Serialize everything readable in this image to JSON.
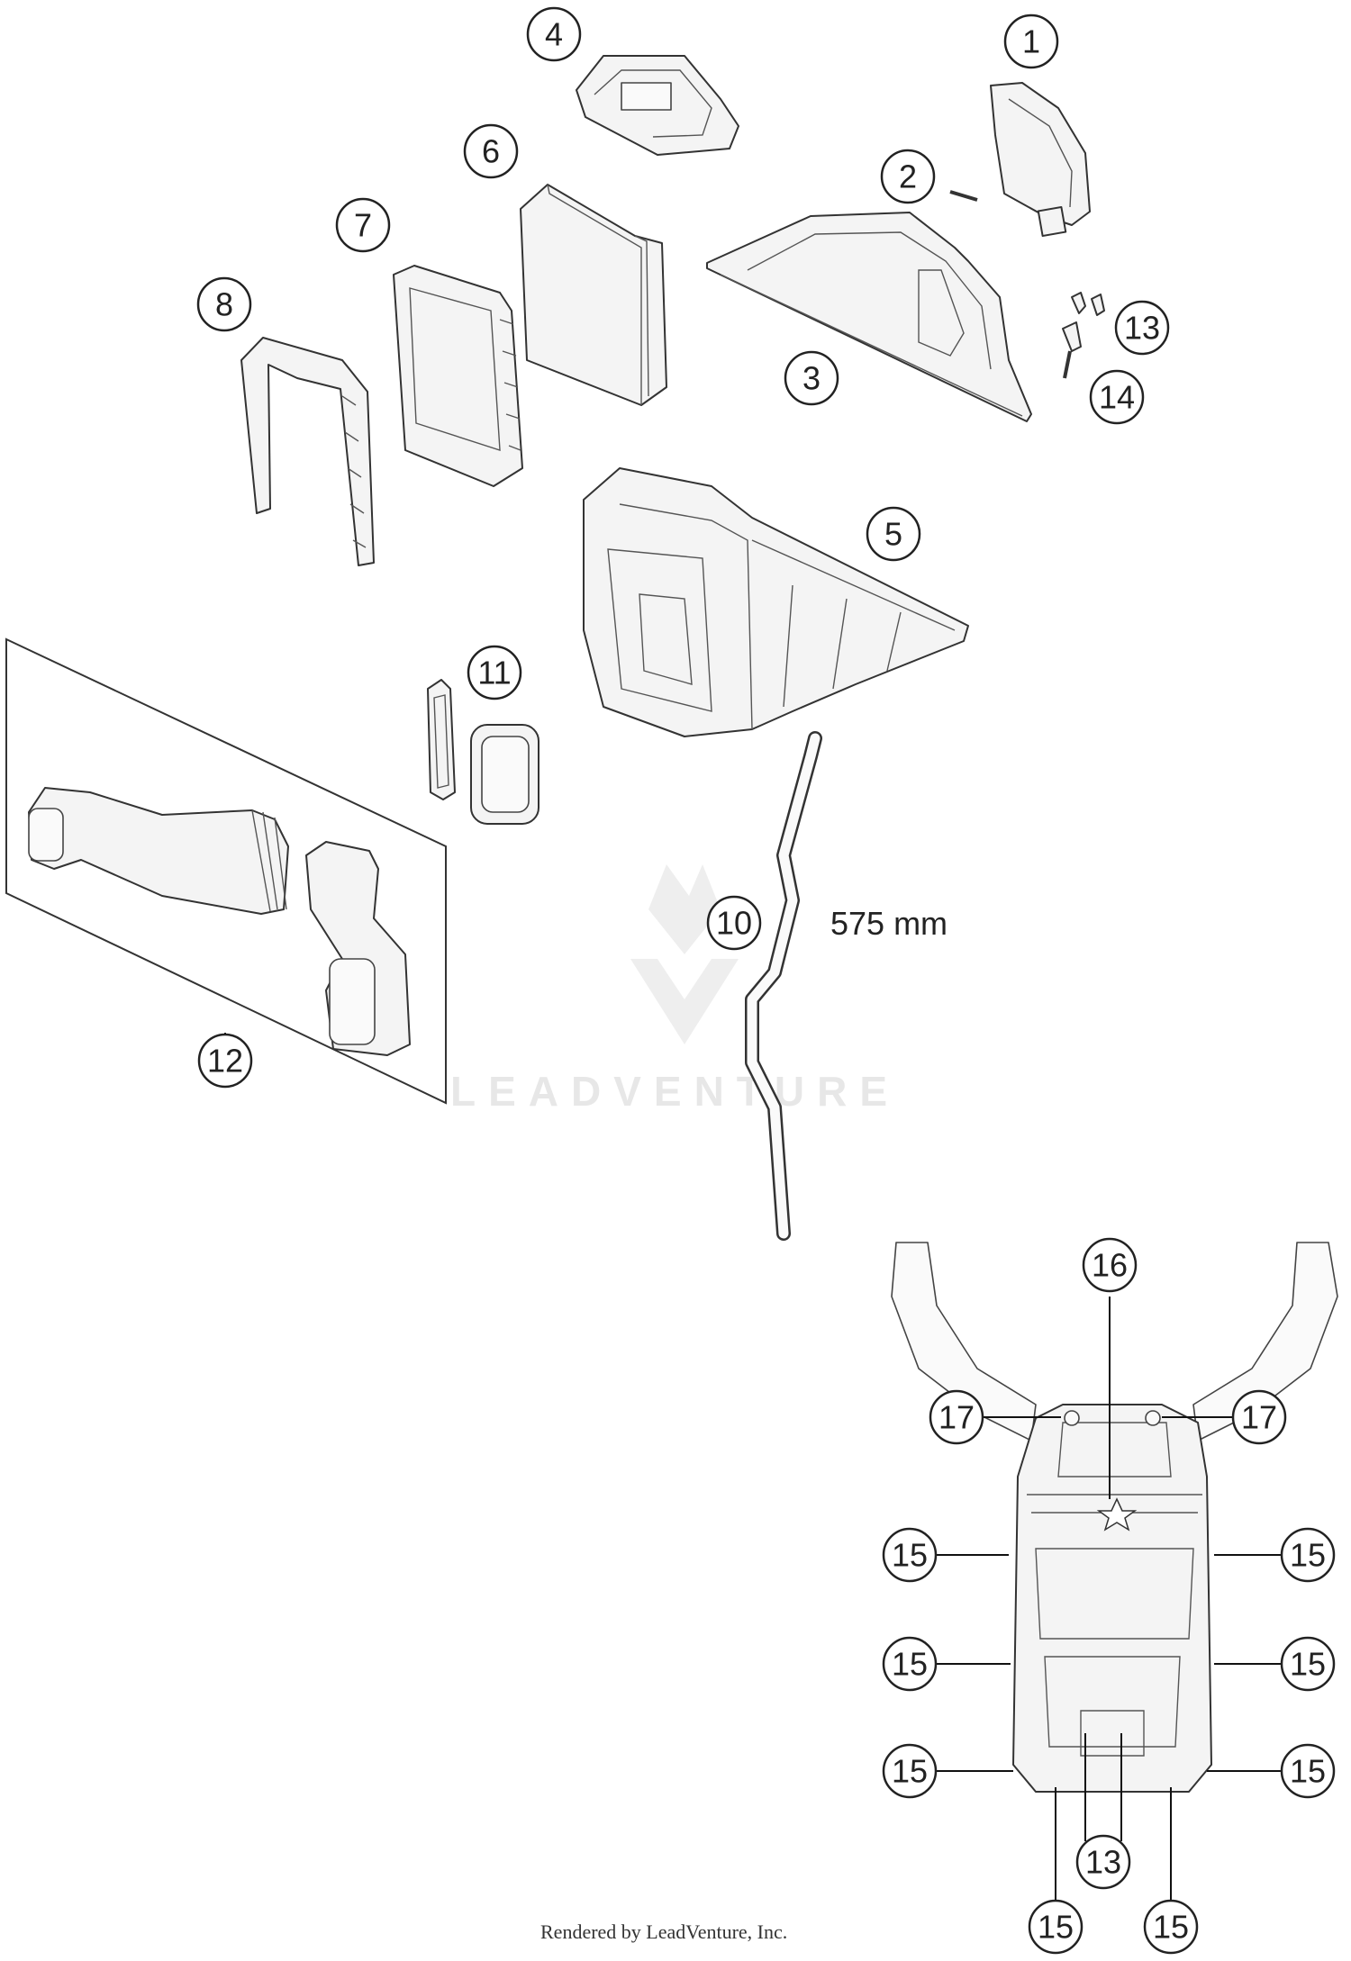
{
  "callouts": [
    {
      "label": "1"
    },
    {
      "label": "2"
    },
    {
      "label": "3"
    },
    {
      "label": "4"
    },
    {
      "label": "5"
    },
    {
      "label": "6"
    },
    {
      "label": "7"
    },
    {
      "label": "8"
    },
    {
      "label": "10"
    },
    {
      "label": "11"
    },
    {
      "label": "12"
    },
    {
      "label": "13"
    },
    {
      "label": "14"
    },
    {
      "label": "16"
    },
    {
      "label": "17"
    },
    {
      "label": "17"
    },
    {
      "label": "15"
    },
    {
      "label": "15"
    },
    {
      "label": "15"
    },
    {
      "label": "15"
    },
    {
      "label": "15"
    },
    {
      "label": "15"
    },
    {
      "label": "13"
    },
    {
      "label": "15"
    },
    {
      "label": "15"
    }
  ],
  "dimension": {
    "hose_length": "575 mm"
  },
  "watermark": {
    "text": "LEADVENTURE"
  },
  "footer": {
    "credit": "Rendered by LeadVenture, Inc."
  },
  "colors": {
    "line": "#222222",
    "fill": "#f4f4f4",
    "watermark": "#d8d8d8"
  }
}
